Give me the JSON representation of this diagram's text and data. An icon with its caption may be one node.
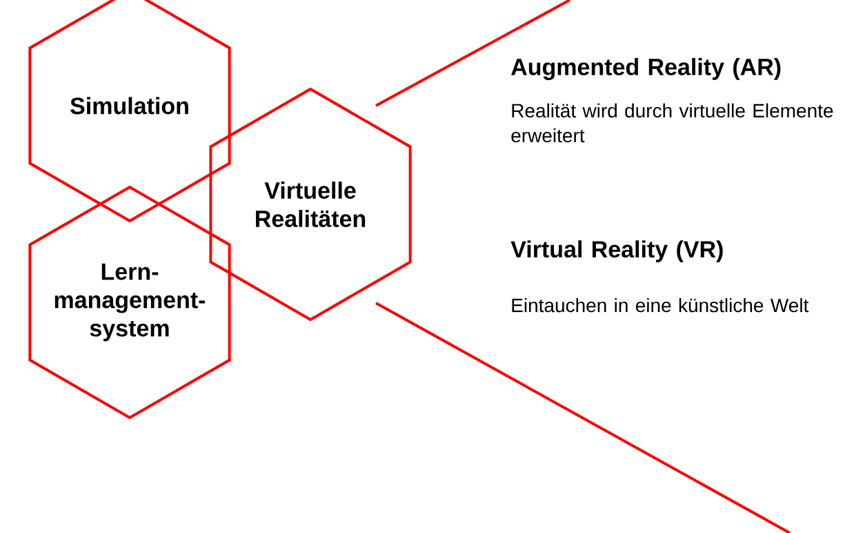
{
  "diagram": {
    "nodes": [
      {
        "text": [
          "Simulation"
        ]
      },
      {
        "text": [
          "Virtuelle Realitäten"
        ]
      },
      {
        "text": [
          "Lern- management- system"
        ]
      }
    ],
    "labels": [
      "Augmented Reality (AR)",
      "Realität wird durch virtuelle Elemente erweitert",
      "Virtual Reality (VR)",
      "Eintauchen in eine künstliche Welt"
    ]
  }
}
